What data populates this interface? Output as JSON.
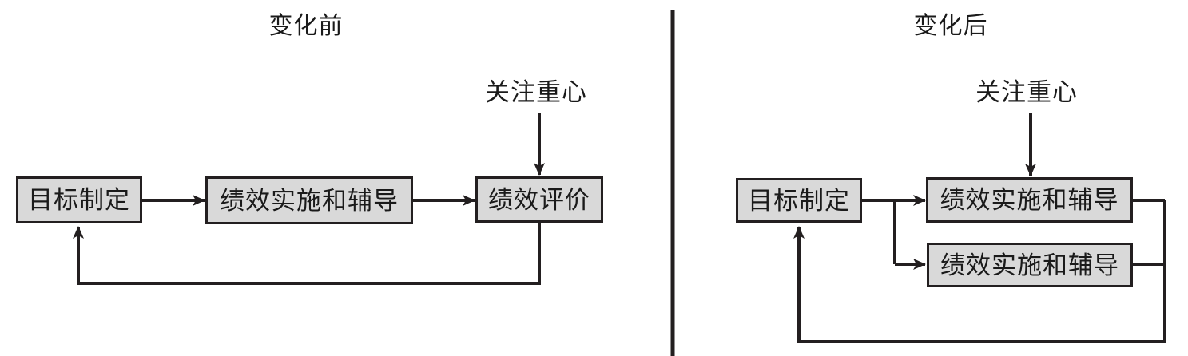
{
  "diagram": {
    "type": "flowchart-comparison",
    "background_color": "#ffffff",
    "box_fill_color": "#d9d9d9",
    "line_color": "#231f20",
    "panels": [
      {
        "id": "before",
        "title": "变化前",
        "focus_label": "关注重心",
        "focus_target": "绩效评价",
        "nodes": [
          {
            "id": "before-goal",
            "label": "目标制定"
          },
          {
            "id": "before-exec",
            "label": "绩效实施和辅导"
          },
          {
            "id": "before-eval",
            "label": "绩效评价"
          }
        ],
        "flow": "目标制定 → 绩效实施和辅导 → 绩效评价 → (反馈) → 目标制定"
      },
      {
        "id": "after",
        "title": "变化后",
        "focus_label": "关注重心",
        "focus_target": "绩效实施和辅导",
        "nodes": [
          {
            "id": "after-goal",
            "label": "目标制定"
          },
          {
            "id": "after-exec-1",
            "label": "绩效实施和辅导"
          },
          {
            "id": "after-exec-2",
            "label": "绩效实施和辅导"
          }
        ],
        "flow": "目标制定 → 绩效实施和辅导 (并行两路) → (反馈) → 目标制定"
      }
    ]
  }
}
